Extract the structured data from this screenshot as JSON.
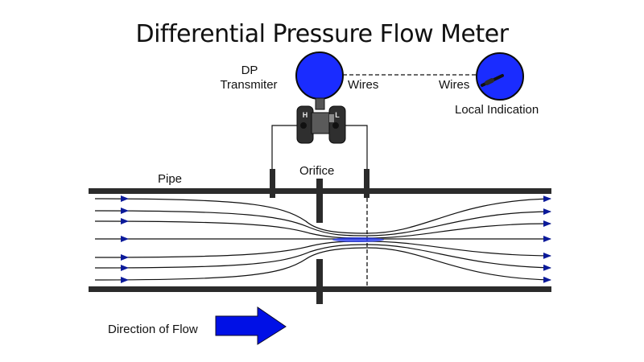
{
  "title": "Differential Pressure Flow Meter",
  "labels": {
    "dp": "DP",
    "transmitter": "Transmiter",
    "wires_left": "Wires",
    "wires_right": "Wires",
    "local_indication": "Local Indication",
    "orifice": "Orifice",
    "pipe": "Pipe",
    "direction_of_flow": "Direction of Flow",
    "high_port": "H",
    "low_port": "L"
  },
  "colors": {
    "gauge_blue": "#1a2cff",
    "arrow_blue": "#0010e6",
    "streamline_arrow": "#0b1a9a",
    "pipe_wall": "#2b2b2b",
    "ink": "#111111"
  },
  "icons": [
    "dp-transmitter-gauge-icon",
    "local-indicator-gauge-icon",
    "flow-direction-arrow-icon"
  ]
}
